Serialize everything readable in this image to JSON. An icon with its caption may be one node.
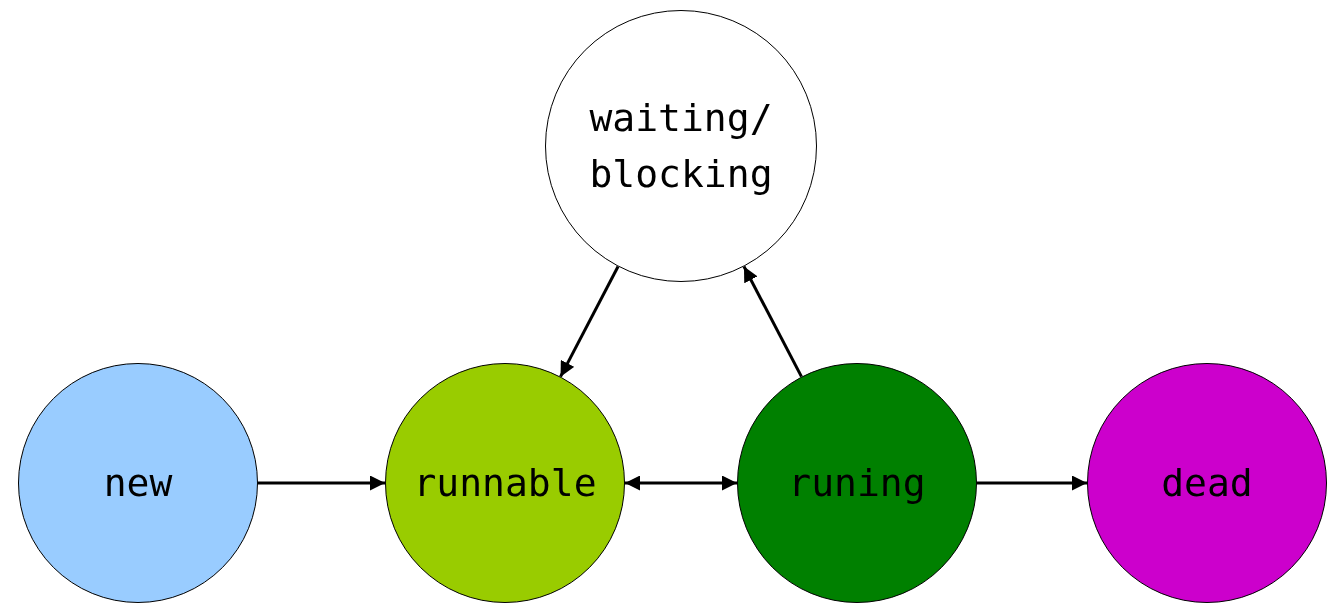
{
  "diagram": {
    "nodes": [
      {
        "text": [
          "waiting/ blocking"
        ]
      },
      {
        "text": [
          "new"
        ]
      },
      {
        "text": [
          "runnable"
        ]
      },
      {
        "text": [
          "runing"
        ]
      },
      {
        "text": [
          "dead"
        ]
      }
    ],
    "edges": [
      {
        "from": 0,
        "to": 2,
        "arrow": "to"
      },
      {
        "from": 3,
        "to": 0,
        "arrow": "to"
      },
      {
        "from": 1,
        "to": 2,
        "arrow": "to"
      },
      {
        "from": 2,
        "to": 3,
        "arrow": "both"
      },
      {
        "from": 3,
        "to": 4,
        "arrow": "to"
      }
    ]
  }
}
